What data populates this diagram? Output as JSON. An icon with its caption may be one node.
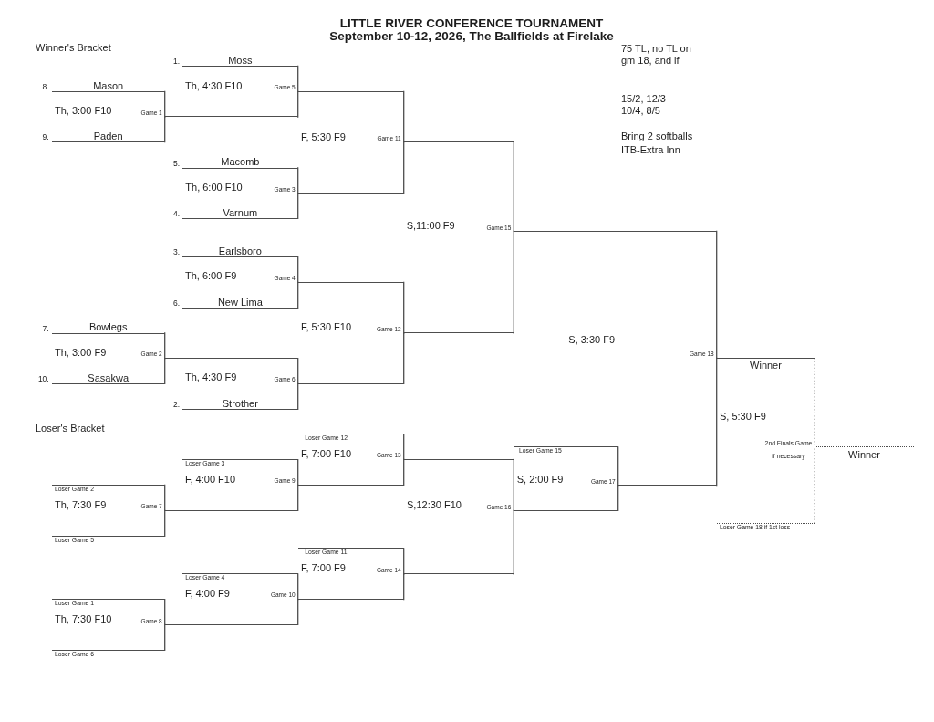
{
  "diagram": {
    "title": "LITTLE RIVER CONFERENCE TOURNAMENT September 10-12, 2026, The Ballfields at Firelake",
    "nodes": [
      {
        "text": [
          "Moss"
        ],
        "beside": [
          "1."
        ]
      },
      {
        "text": [
          "Mason"
        ],
        "beside": [
          "8."
        ]
      },
      {
        "text": [],
        "shape": "line",
        "beside": [
          "Game 5"
        ]
      },
      {
        "text": [],
        "shape": "line",
        "beside": [
          "Game 1"
        ]
      },
      {
        "text": [
          "Paden"
        ],
        "beside": [
          "9."
        ]
      },
      {
        "text": [],
        "shape": "line",
        "beside": [
          "Game 11"
        ]
      },
      {
        "text": [
          "Macomb"
        ],
        "beside": [
          "5."
        ]
      },
      {
        "text": [],
        "shape": "line",
        "beside": [
          "Game 3"
        ]
      },
      {
        "text": [
          "Varnum"
        ],
        "beside": [
          "4."
        ]
      },
      {
        "text": [],
        "shape": "line",
        "beside": [
          "Game 15"
        ]
      },
      {
        "text": [
          "Earlsboro"
        ],
        "beside": [
          "3."
        ]
      },
      {
        "text": [],
        "shape": "line",
        "beside": [
          "Game 4"
        ]
      },
      {
        "text": [
          "New Lima"
        ],
        "beside": [
          "6."
        ]
      },
      {
        "text": [],
        "shape": "line",
        "beside": [
          "Game 12"
        ]
      },
      {
        "text": [
          "Bowlegs"
        ],
        "beside": [
          "7."
        ]
      },
      {
        "text": [],
        "shape": "line",
        "beside": [
          "Game 2"
        ]
      },
      {
        "text": [
          "Winner"
        ],
        "beside": [
          "Game 18"
        ]
      },
      {
        "text": [
          "Sasakwa"
        ],
        "beside": [
          "10."
        ]
      },
      {
        "text": [],
        "shape": "line",
        "beside": [
          "Game 6"
        ]
      },
      {
        "text": [
          "Strother"
        ],
        "beside": [
          "2."
        ]
      },
      {
        "text": [
          "Loser Game 12"
        ]
      },
      {
        "text": [
          "Winner"
        ],
        "beside": [
          "2nd Finals Game if necessary"
        ]
      },
      {
        "text": [
          "Loser Game 15"
        ]
      },
      {
        "text": [],
        "shape": "line",
        "beside": [
          "Game 13"
        ]
      },
      {
        "text": [
          "Loser Game 3"
        ]
      },
      {
        "text": [
          "Loser Game 2"
        ]
      },
      {
        "text": [],
        "shape": "line",
        "beside": [
          "Game 9"
        ]
      },
      {
        "text": [],
        "shape": "line",
        "beside": [
          "Game 17"
        ]
      },
      {
        "text": [],
        "shape": "line",
        "beside": [
          "Game 7"
        ]
      },
      {
        "text": [],
        "shape": "line",
        "beside": [
          "Game 16"
        ]
      },
      {
        "text": [
          "Loser Game 18 if 1st loss"
        ]
      },
      {
        "text": [
          "Loser Game 5"
        ]
      },
      {
        "text": [
          "Loser Game 11"
        ]
      },
      {
        "text": [],
        "shape": "line",
        "beside": [
          "Game 14"
        ]
      },
      {
        "text": [
          "Loser Game 4"
        ]
      },
      {
        "text": [],
        "shape": "line",
        "beside": [
          "Game 10"
        ]
      },
      {
        "text": [
          "Loser Game 1"
        ]
      },
      {
        "text": [],
        "shape": "line",
        "beside": [
          "Game 8"
        ]
      },
      {
        "text": [
          "Loser Game 6"
        ]
      }
    ],
    "edges": [
      {
        "from": 1,
        "to": 3,
        "arrow": "none"
      },
      {
        "from": 4,
        "to": 3,
        "arrow": "none"
      },
      {
        "from": 0,
        "to": 2,
        "arrow": "none"
      },
      {
        "from": 3,
        "to": 2,
        "arrow": "none"
      },
      {
        "from": 6,
        "to": 7,
        "arrow": "none"
      },
      {
        "from": 8,
        "to": 7,
        "arrow": "none"
      },
      {
        "from": 2,
        "to": 5,
        "arrow": "none"
      },
      {
        "from": 7,
        "to": 5,
        "arrow": "none"
      },
      {
        "from": 10,
        "to": 11,
        "arrow": "none"
      },
      {
        "from": 12,
        "to": 11,
        "arrow": "none"
      },
      {
        "from": 14,
        "to": 15,
        "arrow": "none"
      },
      {
        "from": 17,
        "to": 15,
        "arrow": "none"
      },
      {
        "from": 15,
        "to": 18,
        "arrow": "none"
      },
      {
        "from": 19,
        "to": 18,
        "arrow": "none"
      },
      {
        "from": 11,
        "to": 13,
        "arrow": "none"
      },
      {
        "from": 18,
        "to": 13,
        "arrow": "none"
      },
      {
        "from": 5,
        "to": 9,
        "arrow": "none"
      },
      {
        "from": 13,
        "to": 9,
        "arrow": "none"
      },
      {
        "from": 9,
        "to": 16,
        "arrow": "none"
      },
      {
        "from": 27,
        "to": 16,
        "arrow": "none"
      },
      {
        "from": 16,
        "to": 21,
        "arrow": "none",
        "style": "dashed"
      },
      {
        "from": 30,
        "to": 21,
        "arrow": "none",
        "style": "dashed"
      },
      {
        "from": 25,
        "to": 28,
        "arrow": "none"
      },
      {
        "from": 31,
        "to": 28,
        "arrow": "none"
      },
      {
        "from": 24,
        "to": 26,
        "arrow": "none"
      },
      {
        "from": 28,
        "to": 26,
        "arrow": "none"
      },
      {
        "from": 20,
        "to": 23,
        "arrow": "none"
      },
      {
        "from": 26,
        "to": 23,
        "arrow": "none"
      },
      {
        "from": 36,
        "to": 37,
        "arrow": "none"
      },
      {
        "from": 38,
        "to": 37,
        "arrow": "none"
      },
      {
        "from": 34,
        "to": 35,
        "arrow": "none"
      },
      {
        "from": 37,
        "to": 35,
        "arrow": "none"
      },
      {
        "from": 32,
        "to": 33,
        "arrow": "none"
      },
      {
        "from": 35,
        "to": 33,
        "arrow": "none"
      },
      {
        "from": 23,
        "to": 29,
        "arrow": "none"
      },
      {
        "from": 33,
        "to": 29,
        "arrow": "none"
      },
      {
        "from": 22,
        "to": 27,
        "arrow": "none"
      },
      {
        "from": 29,
        "to": 27,
        "arrow": "none"
      }
    ],
    "labels": [
      "Winner's Bracket",
      "75 TL, no TL on gm 18, and if",
      "Th, 4:30 F10",
      "15/2, 12/3 10/4, 8/5",
      "Th, 3:00 F10",
      "Bring 2 softballs ITB-Extra Inn",
      "F, 5:30 F9",
      "Th, 6:00 F10",
      "S,11:00 F9",
      "Th, 6:00 F9",
      "F, 5:30 F10",
      "S, 3:30 F9",
      "Th, 3:00 F9",
      "Th, 4:30 F9",
      "S, 5:30 F9",
      "Loser's Bracket",
      "F, 7:00 F10",
      "F, 4:00 F10",
      "S, 2:00 F9",
      "Th, 7:30 F9",
      "S,12:30 F10",
      "F, 7:00 F9",
      "F, 4:00 F9",
      "Th, 7:30 F10"
    ]
  }
}
